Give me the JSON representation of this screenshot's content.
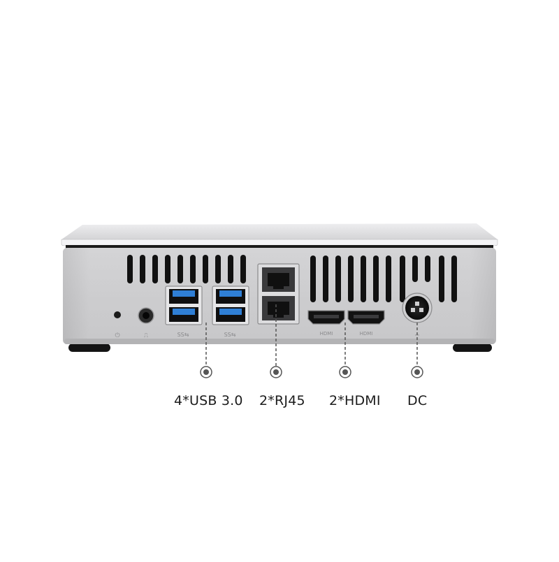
{
  "ports": [
    {
      "id": "usb",
      "label": "4*USB 3.0",
      "count": 4,
      "type": "USB 3.0"
    },
    {
      "id": "rj45",
      "label": "2*RJ45",
      "count": 2,
      "type": "RJ45"
    },
    {
      "id": "hdmi",
      "label": "2*HDMI",
      "count": 2,
      "type": "HDMI"
    },
    {
      "id": "dc",
      "label": "DC",
      "count": 1,
      "type": "DC"
    }
  ],
  "colors": {
    "chassis": "#c8c8ca",
    "usb_blue": "#2f7fd6",
    "callout": "#555555"
  }
}
